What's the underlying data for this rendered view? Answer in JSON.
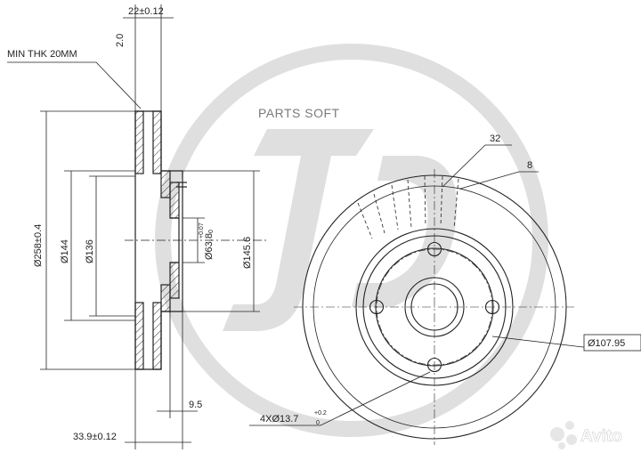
{
  "watermark": {
    "brand_text": "PARTS SOFT",
    "logo_letters": "JD",
    "avito_text": "Avito",
    "colors": {
      "watermark": "#d9d9d9",
      "avito_dots": "#e8e8e8"
    }
  },
  "drawing": {
    "line_color": "#222222",
    "hatch_color": "#333333",
    "labels": {
      "thickness_total": "22±0.12",
      "thickness_side": "2.0",
      "min_thickness": "MIN THK 20MM",
      "outer_diameter": "Ø258±0.4",
      "diameter_144": "Ø144",
      "diameter_136": "Ø136",
      "center_bore": "Ø63.8",
      "center_bore_tol_upper": "+0.07",
      "center_bore_tol_lower": "0",
      "diameter_1456": "Ø145.6",
      "offset_95": "9.5",
      "height_339": "33.9±0.12",
      "holes": "4XØ13.7",
      "holes_tol_upper": "+0.2",
      "holes_tol_lower": "0",
      "pcd": "Ø107.95",
      "vanes_count": "32",
      "vane_width": "8"
    }
  }
}
